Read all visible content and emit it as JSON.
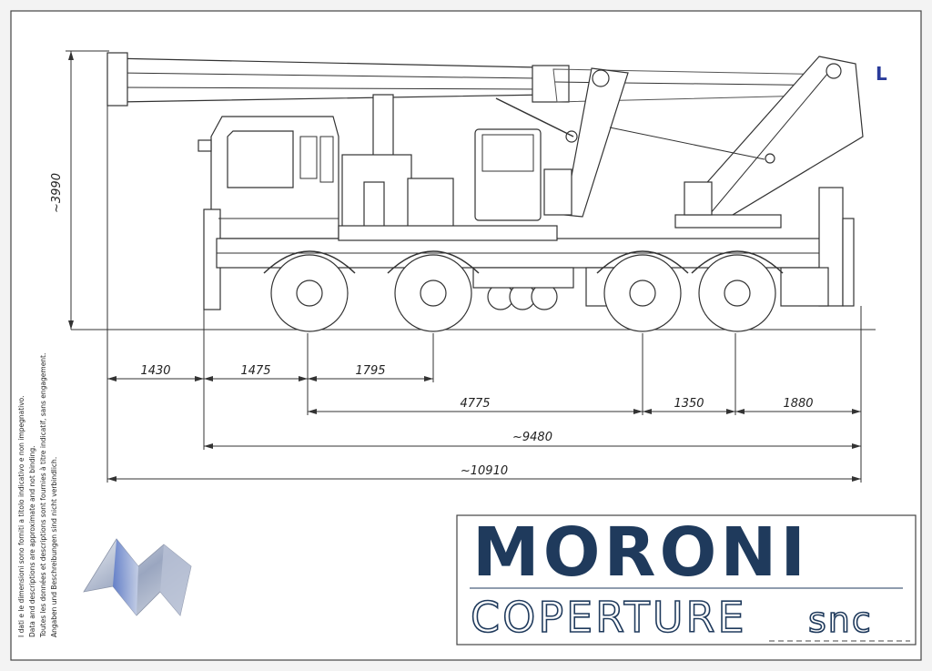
{
  "drawing": {
    "corner_letter": "L",
    "height_dimension": "~3990",
    "dimensions_row1": [
      "1430",
      "1475",
      "1795"
    ],
    "dimensions_row2": [
      "4775",
      "1350",
      "1880"
    ],
    "dimension_wheelbase_total": "~9480",
    "dimension_overall_length": "~10910",
    "disclaimer_lines": [
      "I dati e le dimensioni sono forniti a titolo indicativo e non impegnativo.",
      "Data and descriptions are approximate and not binding.",
      "Toutes les données et descriptions sont fournies à titre indicatif, sans engagement.",
      "Angaben und Beschreibungen sind nicht verbindlich."
    ]
  },
  "brand": {
    "name": "MORONI",
    "subtitle_main": "COPERTURE",
    "subtitle_suffix": "snc",
    "logo_icon": "folded-roof-logo-icon",
    "color": "#1f3a5c"
  }
}
